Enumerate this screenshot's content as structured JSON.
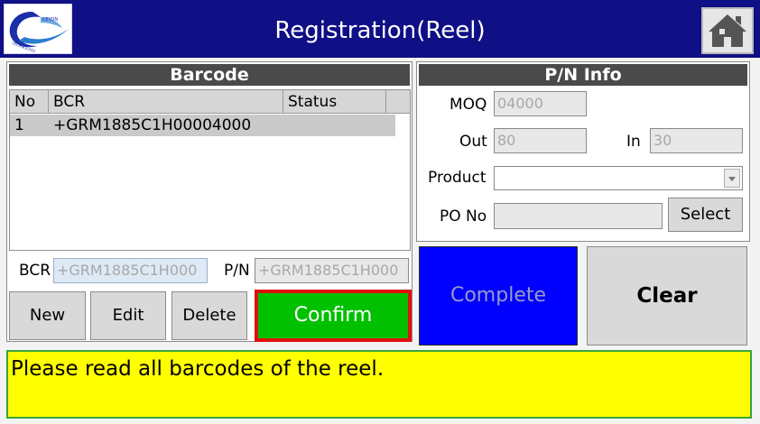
{
  "window": {
    "title": "Registration(Reel)",
    "logo_text": "CEYON TECHNOLOGY",
    "home_icon": "home-icon"
  },
  "barcode_panel": {
    "title": "Barcode",
    "columns": [
      "No",
      "BCR",
      "Status"
    ],
    "rows": [
      {
        "no": "1",
        "bcr": "+GRM1885C1H00004000",
        "status": ""
      }
    ],
    "bcr_label": "BCR",
    "bcr_value": "+GRM1885C1H000",
    "pn_label": "P/N",
    "pn_value": "+GRM1885C1H000"
  },
  "pn_info": {
    "title": "P/N Info",
    "moq_label": "MOQ",
    "moq_value": "04000",
    "out_label": "Out",
    "out_value": "80",
    "in_label": "In",
    "in_value": "30",
    "product_label": "Product",
    "product_value": "",
    "po_label": "PO No",
    "po_value": "",
    "select_label": "Select"
  },
  "actions": {
    "new_label": "New",
    "edit_label": "Edit",
    "delete_label": "Delete",
    "confirm_label": "Confirm",
    "complete_label": "Complete",
    "clear_label": "Clear"
  },
  "status": {
    "message": "Please read all barcodes of the reel."
  },
  "colors": {
    "titlebar": "#0f0f86",
    "confirm": "#00c000",
    "confirm_border": "#e01010",
    "complete": "#0000ff",
    "message_bg": "#ffff00"
  }
}
